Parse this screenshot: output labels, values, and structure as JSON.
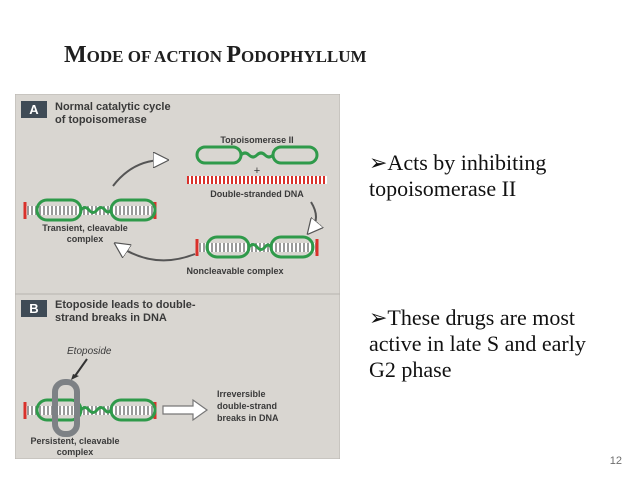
{
  "title": {
    "m": "M",
    "ode": "ODE OF ",
    "action": "ACTION ",
    "p": "P",
    "odophyllum": "ODOPHYLLUM"
  },
  "figure": {
    "panel_a": {
      "letter": "A",
      "caption_line1": "Normal catalytic cycle",
      "caption_line2": "of topoisomerase",
      "enzyme_label": "Topoisomerase II",
      "plus": "+",
      "dna_label": "Double-stranded DNA",
      "transient_line1": "Transient, cleavable",
      "transient_line2": "complex",
      "noncleavable_label": "Noncleavable complex"
    },
    "panel_b": {
      "letter": "B",
      "caption_line1": "Etoposide leads to double-",
      "caption_line2": "strand breaks in DNA",
      "etoposide_label": "Etoposide",
      "persistent_line1": "Persistent, cleavable",
      "persistent_line2": "complex",
      "irreversible_line1": "Irreversible",
      "irreversible_line2": "double-strand",
      "irreversible_line3": "breaks in DNA"
    },
    "colors": {
      "panel_bg": "#d9d6d1",
      "label_box": "#3f4b56",
      "enzyme_green": "#2f9a4a",
      "dna_red": "#d9312b"
    }
  },
  "bullets": [
    "➢Acts by inhibiting topoisomerase II",
    "➢These drugs are most active in late S and early G2 phase"
  ],
  "slide_number": "12"
}
